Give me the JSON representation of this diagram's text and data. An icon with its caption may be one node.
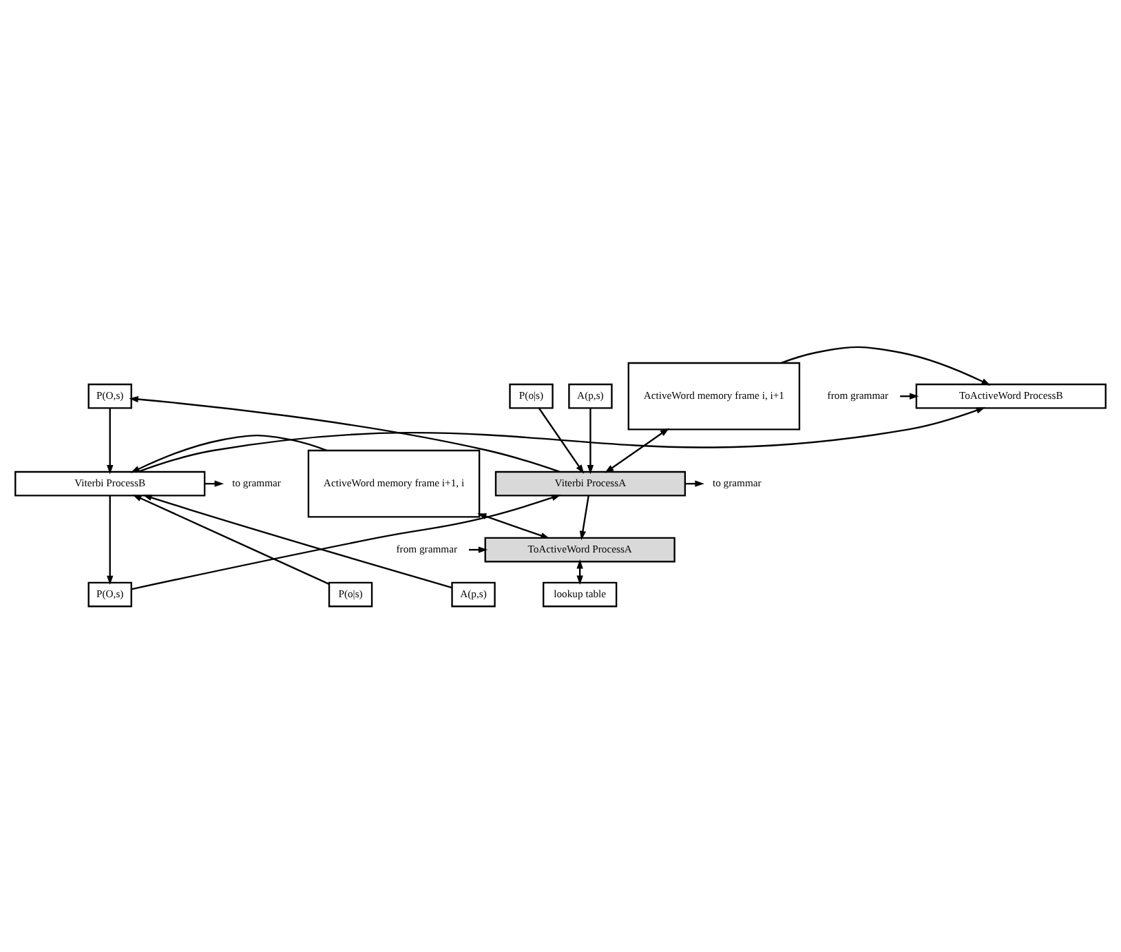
{
  "diagram": {
    "nodes": [
      {
        "text": [
          "P(O,s)"
        ]
      },
      {
        "text": [
          "P(o|s)"
        ]
      },
      {
        "text": [
          "A(p,s)"
        ]
      },
      {
        "text": [
          "ActiveWord memory frame i, i+1"
        ]
      },
      {
        "text": [
          "ToActiveWord ProcessB"
        ]
      },
      {
        "text": [
          "Viterbi ProcessA"
        ]
      },
      {
        "text": [
          "ActiveWord memory frame i+1, i"
        ]
      },
      {
        "text": [
          "Viterbi ProcessB"
        ]
      },
      {
        "text": [
          "ToActiveWord ProcessA"
        ]
      },
      {
        "text": [
          "lookup table"
        ]
      },
      {
        "text": [
          "P(O,s)"
        ]
      },
      {
        "text": [
          "P(o|s)"
        ]
      },
      {
        "text": [
          "A(p,s)"
        ]
      },
      {
        "text": [
          "from grammar"
        ]
      },
      {
        "text": [
          "to grammar"
        ]
      },
      {
        "text": [
          "to grammar"
        ]
      },
      {
        "text": [
          "from grammar"
        ]
      }
    ],
    "edges": [
      {
        "from": 3,
        "to": 4,
        "arrow": "to"
      },
      {
        "from": 3,
        "to": 5,
        "arrow": "both"
      },
      {
        "from": 0,
        "to": 7,
        "arrow": "to"
      },
      {
        "from": 5,
        "to": 0,
        "arrow": "to"
      },
      {
        "from": 1,
        "to": 5,
        "arrow": "to"
      },
      {
        "from": 2,
        "to": 5,
        "arrow": "to"
      },
      {
        "from": 13,
        "to": 4,
        "arrow": "to"
      },
      {
        "from": 5,
        "to": 14,
        "arrow": "to"
      },
      {
        "from": 5,
        "to": 8,
        "arrow": "to"
      },
      {
        "from": 7,
        "to": 4,
        "arrow": "to"
      },
      {
        "from": 6,
        "to": 7,
        "arrow": "to"
      },
      {
        "from": 6,
        "to": 8,
        "arrow": "both"
      },
      {
        "from": 7,
        "to": 15,
        "arrow": "to"
      },
      {
        "from": 16,
        "to": 8,
        "arrow": "to"
      },
      {
        "from": 8,
        "to": 9,
        "arrow": "both"
      },
      {
        "from": 7,
        "to": 10,
        "arrow": "to"
      },
      {
        "from": 10,
        "to": 5,
        "arrow": "to"
      },
      {
        "from": 11,
        "to": 7,
        "arrow": "to"
      },
      {
        "from": 12,
        "to": 7,
        "arrow": "to"
      }
    ]
  }
}
